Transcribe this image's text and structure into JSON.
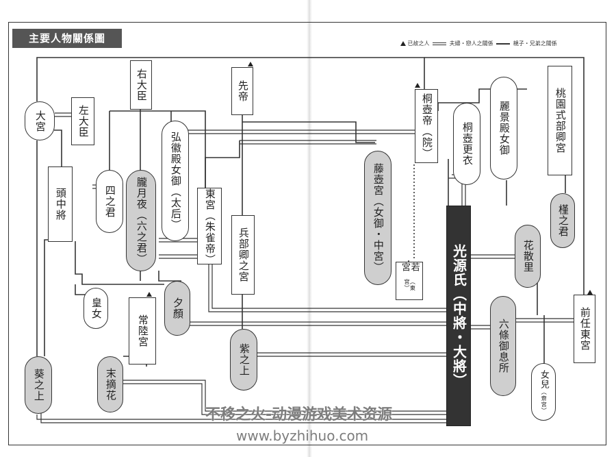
{
  "title": "主要人物關係圖",
  "legend": {
    "deceased": "已故之人",
    "spouse": "夫婦・戀人之關係",
    "kin": "親子・兄弟之關係"
  },
  "people": {
    "taikyu": "大宮",
    "sadaijin": "左大臣",
    "udaijin": "右大臣",
    "sentei": "先帝",
    "tonochujo": "頭中將",
    "shinokimi": "四之君",
    "oborozukiyo": "朧月夜（六之君）",
    "kokiden": "弘徽殿女御（太后）",
    "togu_suzaku": "東宮（朱雀帝）",
    "hyobukyo": "兵部卿之宮",
    "kiritsubotei": "桐壺帝（院）",
    "kiritsubokoi": "桐壺更衣",
    "fujitsubo": "藤壺宮（女御・中宮）",
    "reikeiden": "麗景殿女御",
    "momozono": "桃園式部卿宮",
    "asagao": "槿之君",
    "hanachirusato": "花散里",
    "genji": "光源氏（中將・大將）",
    "wakamiya": "若宮",
    "wakamiya_note": "（東宮）",
    "ojo": "皇女",
    "yugao": "夕顏",
    "hitachi": "常陸宮",
    "suetsumuhana": "末摘花",
    "murasaki": "紫之上",
    "aoi": "葵之上",
    "rokujo": "六條御息所",
    "zennin": "前任東宮",
    "nyoji": "女兒",
    "nyoji_note": "（齋宮）"
  },
  "watermark": {
    "line1": "不移之火-动漫游戏美术资源",
    "line2": "www.byzhihuo.com"
  }
}
